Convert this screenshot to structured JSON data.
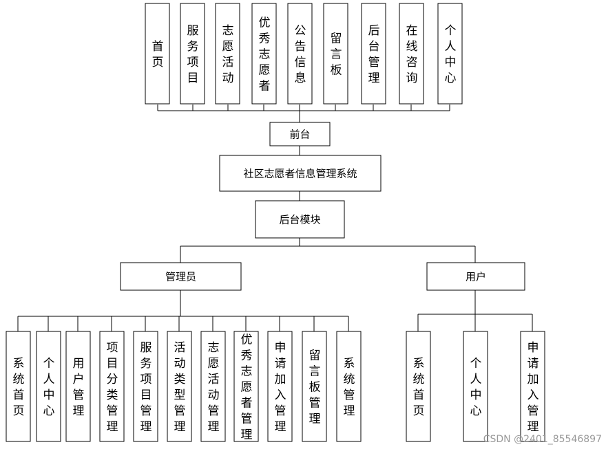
{
  "diagram": {
    "frontend_label": "前台",
    "system_label": "社区志愿者信息管理系统",
    "backend_label": "后台模块",
    "admin_label": "管理员",
    "user_label": "用户",
    "frontend_items": [
      "首页",
      "服务项目",
      "志愿活动",
      "优秀志愿者",
      "公告信息",
      "留言板",
      "后台管理",
      "在线咨询",
      "个人中心"
    ],
    "admin_items": [
      "系统首页",
      "个人中心",
      "用户管理",
      "项目分类管理",
      "服务项目管理",
      "活动类型管理",
      "志愿活动管理",
      "优秀志愿者管理",
      "申请加入管理",
      "留言板管理",
      "系统管理"
    ],
    "user_items": [
      "系统首页",
      "个人中心",
      "申请加入管理"
    ]
  },
  "watermark": "CSDN @2401_85546897"
}
